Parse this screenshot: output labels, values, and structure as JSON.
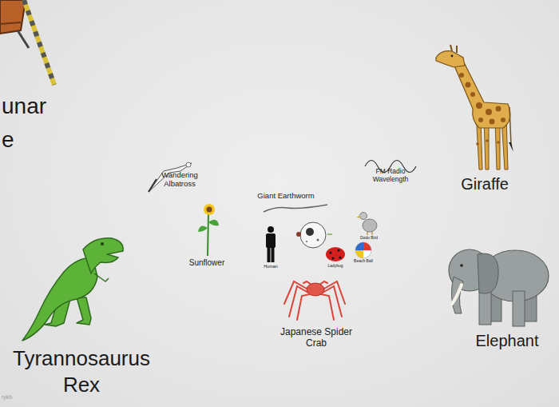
{
  "diagram": {
    "labels": [
      "unar e",
      "Wandering Albatross",
      "FM Radio Wavelength",
      "Giraffe",
      "Giant Earthworm",
      "Sunflower",
      "Human",
      "Ladybug",
      "Dodo Bird",
      "Beach Ball",
      "Japanese Spider Crab",
      "Elephant",
      "Tyrannosaurus Rex",
      "rykh"
    ]
  }
}
